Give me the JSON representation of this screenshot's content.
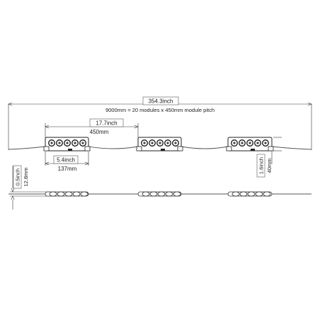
{
  "dimensions": {
    "total_length_inch": "354.3inch",
    "total_length_note": "9000mm = 20 modules x 450mm module pitch",
    "pitch_inch": "17.7inch",
    "pitch_mm": "450mm",
    "module_length_inch": "5.4inch",
    "module_length_mm": "137mm",
    "module_height_inch": "1.6inch",
    "module_height_mm": "40mm",
    "profile_thickness_inch": "0.5inch",
    "profile_thickness_mm": "12.8mm"
  },
  "modules_shown": 3,
  "leds_per_module": 5
}
